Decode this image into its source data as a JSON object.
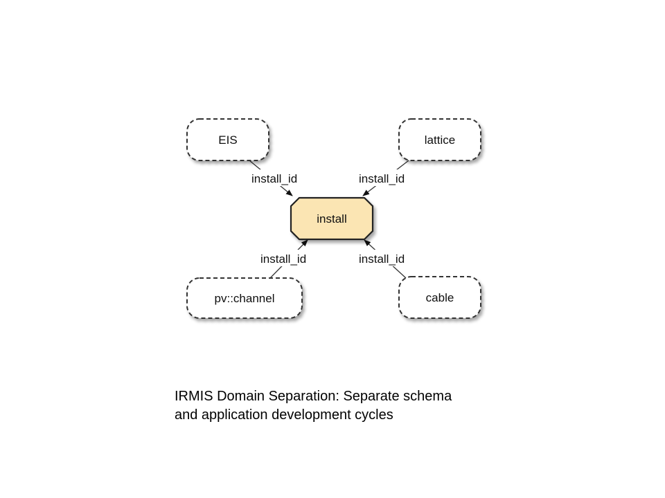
{
  "diagram": {
    "nodes": {
      "eis": "EIS",
      "lattice": "lattice",
      "install": "install",
      "pv_channel": "pv::channel",
      "cable": "cable"
    },
    "edges": {
      "eis_install": "install_id",
      "lattice_install": "install_id",
      "pv_channel_install": "install_id",
      "cable_install": "install_id"
    },
    "colors": {
      "center_fill": "#fbe5b3",
      "node_fill": "#ffffff",
      "border": "#333333"
    }
  },
  "caption": {
    "line1": "IRMIS Domain Separation:  Separate schema",
    "line2": "and application development cycles"
  }
}
